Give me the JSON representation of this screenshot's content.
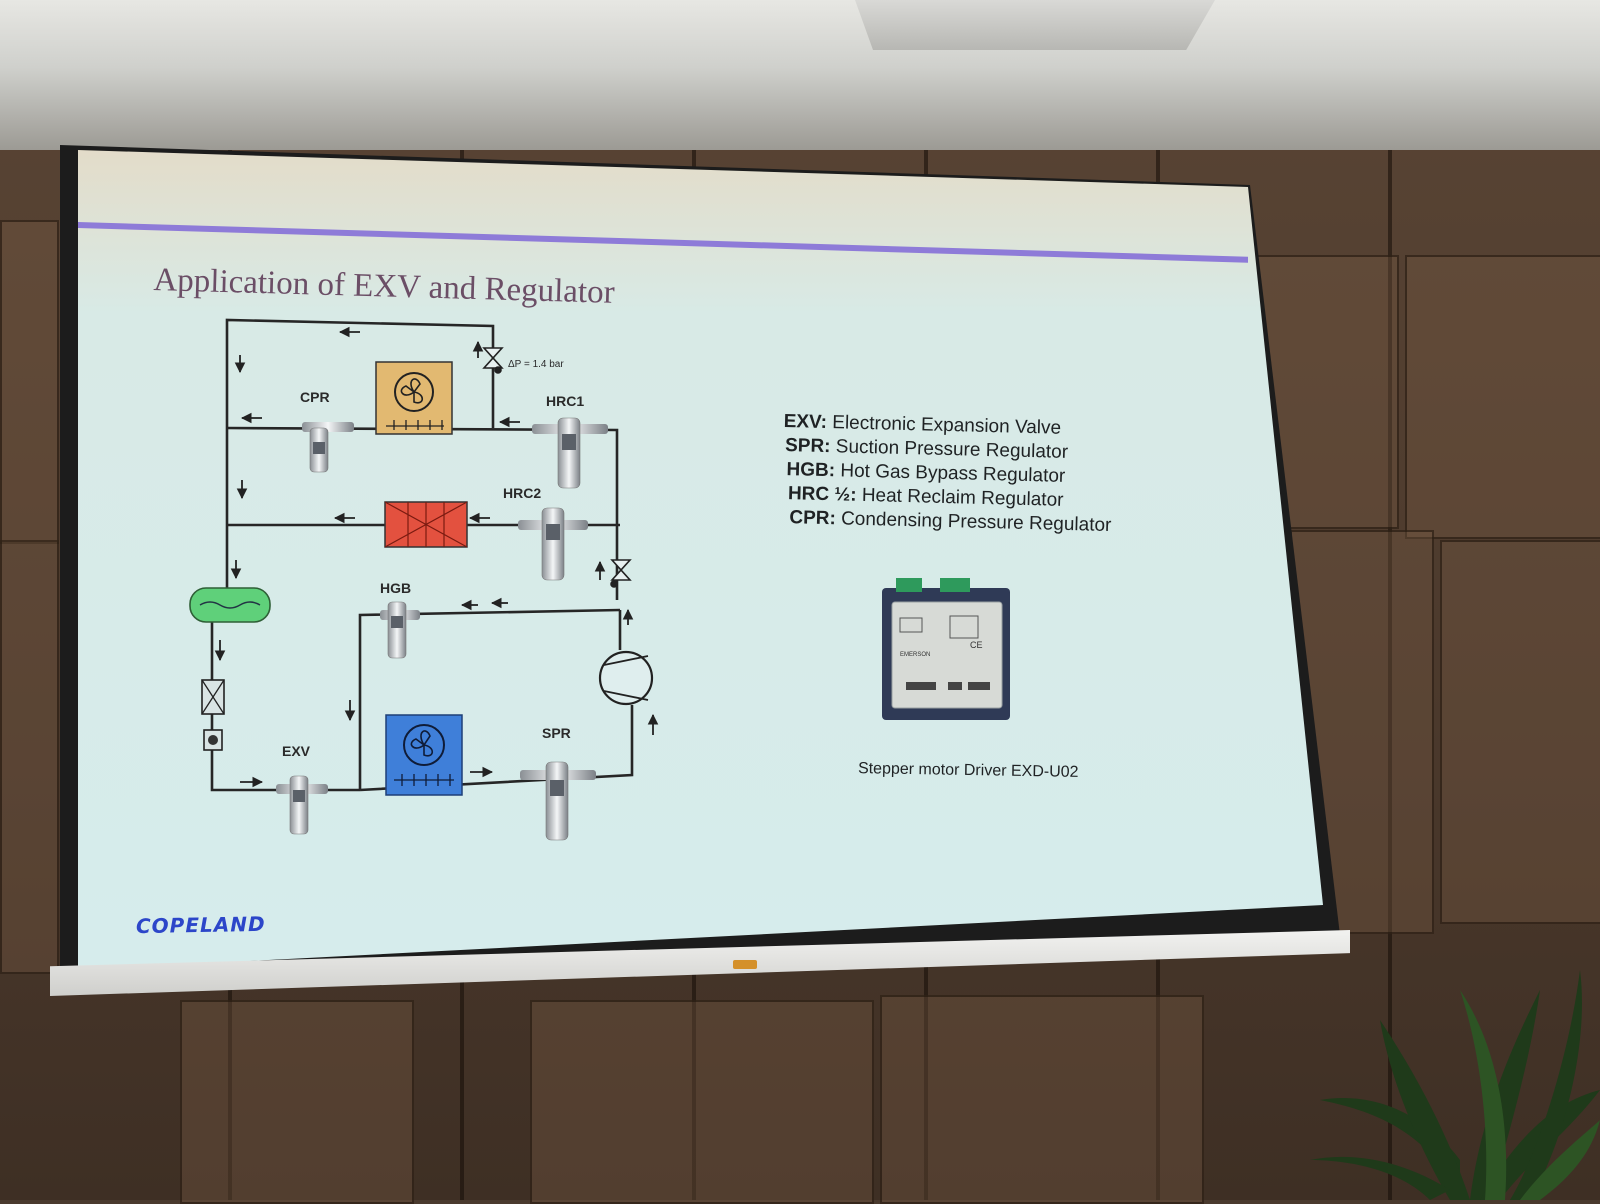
{
  "slide": {
    "title": "Application of EXV and Regulator",
    "brand": "COPELAND"
  },
  "diagram": {
    "labels": {
      "cpr": "CPR",
      "hrc1": "HRC1",
      "hrc2": "HRC2",
      "hgb": "HGB",
      "exv": "EXV",
      "spr": "SPR",
      "delta_p": "ΔP = 1.4 bar"
    }
  },
  "legend": [
    {
      "abbr": "EXV:",
      "text": " Electronic Expansion Valve"
    },
    {
      "abbr": "SPR:",
      "text": " Suction Pressure Regulator"
    },
    {
      "abbr": "HGB:",
      "text": " Hot Gas Bypass Regulator"
    },
    {
      "abbr": "HRC ½:",
      "text": " Heat Reclaim Regulator"
    },
    {
      "abbr": "CPR:",
      "text": " Condensing Pressure Regulator"
    }
  ],
  "driver": {
    "caption": "Stepper motor Driver EXD-U02",
    "brand_text": "EMERSON",
    "ce_mark": "CE"
  },
  "colors": {
    "condenser_fan": "#e2b971",
    "heat_reclaim": "#e3513f",
    "receiver": "#5fd07a",
    "evaporator": "#3f7fd9",
    "slide_accent": "#8e7bd8",
    "title": "#6b4e66",
    "brand": "#2c46c9"
  }
}
